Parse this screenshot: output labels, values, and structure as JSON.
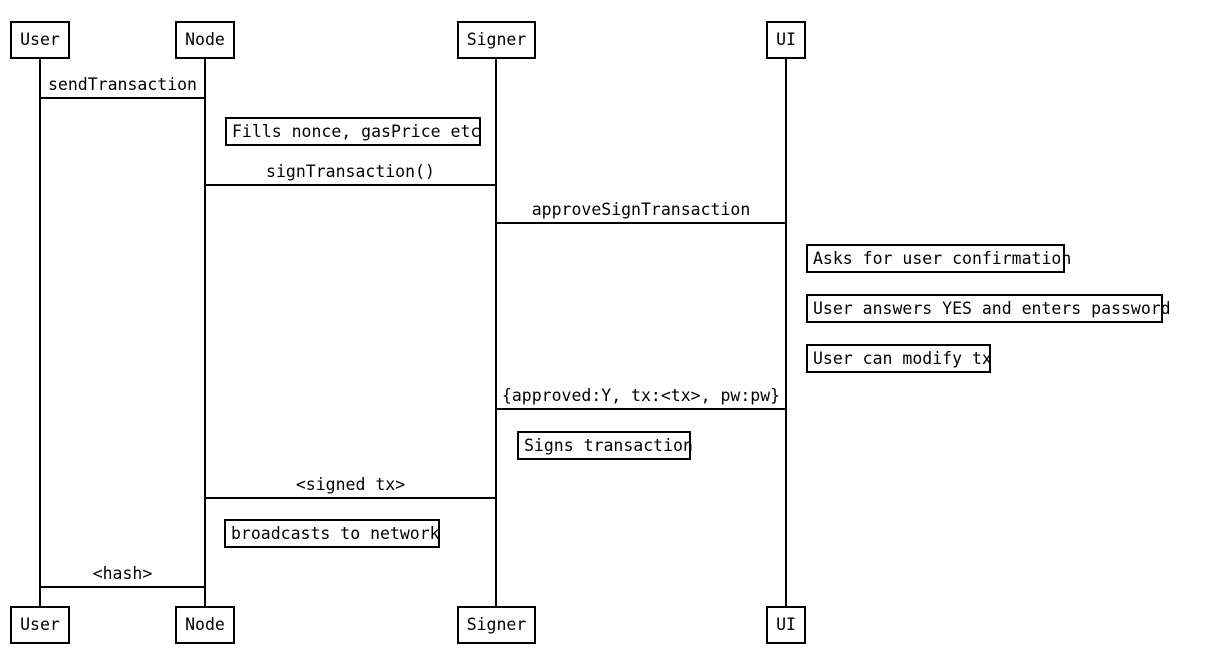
{
  "diagram": {
    "type": "sequence-diagram",
    "colors": {
      "background": "#ffffff",
      "line": "#000000",
      "text": "#000000"
    },
    "actors": [
      {
        "label": "User"
      },
      {
        "label": "Node"
      },
      {
        "label": "Signer"
      },
      {
        "label": "UI"
      }
    ],
    "messages": [
      {
        "label": "sendTransaction",
        "from": "User",
        "to": "Node"
      },
      {
        "label": "signTransaction()",
        "from": "Node",
        "to": "Signer"
      },
      {
        "label": "approveSignTransaction",
        "from": "Signer",
        "to": "UI"
      },
      {
        "label": "{approved:Y, tx:<tx>, pw:pw}",
        "from": "UI",
        "to": "Signer"
      },
      {
        "label": "<signed tx>",
        "from": "Signer",
        "to": "Node"
      },
      {
        "label": "<hash>",
        "from": "Node",
        "to": "User"
      }
    ],
    "notes": [
      {
        "label": "Fills nonce, gasPrice etc",
        "actor": "Node"
      },
      {
        "label": "Asks for user confirmation",
        "actor": "UI"
      },
      {
        "label": "User answers YES and enters password",
        "actor": "UI"
      },
      {
        "label": "User can modify tx",
        "actor": "UI"
      },
      {
        "label": "Signs transaction",
        "actor": "Signer"
      },
      {
        "label": "broadcasts to network",
        "actor": "Node"
      }
    ]
  }
}
